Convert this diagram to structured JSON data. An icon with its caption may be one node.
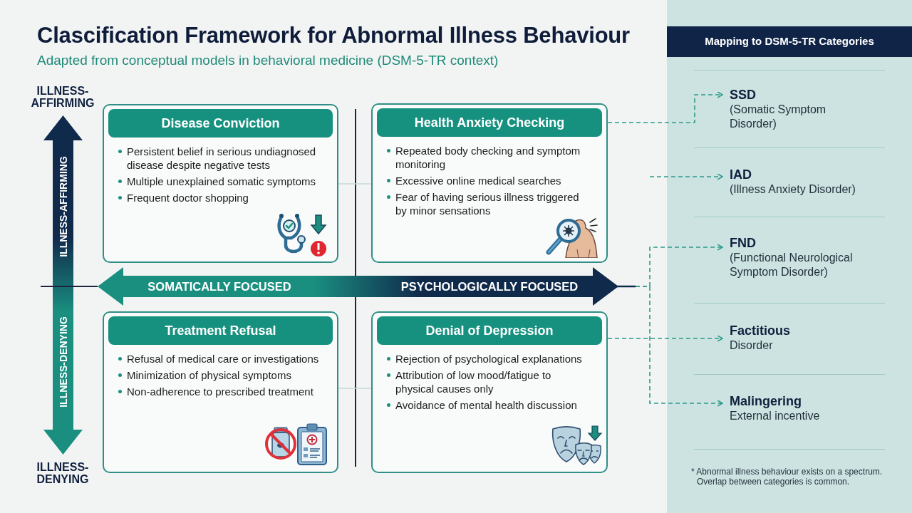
{
  "diagram": {
    "title": "Clascification Framework for Abnormal Illness Behaviour",
    "nodes": [
      {
        "text": [
          "ILLNESS-AFFIRMING",
          "ILLNESS-DENYING"
        ]
      },
      {
        "text": [
          "Disease Conviction",
          "Persistent belief in serious undiagnosed disease despite negative tests",
          "Multiple unexplained somatic symptoms",
          "Frequent doctor shopping"
        ]
      },
      {
        "text": [
          "Health Anxiety Checking",
          "Repeated body checking and symptom monitoring",
          "Excessive online medical searches",
          "Fear of having serious illness triggered by minor sensations"
        ]
      },
      {
        "text": [
          "SOMATICALLY FOCUSED",
          "PSYCHOLOGICALLY FOCUSED"
        ]
      },
      {
        "text": [
          "Treatment Refusal",
          "Refusal of medical care or investigations",
          "Minimization of physical symptoms",
          "Non-adherence to prescribed treatment"
        ]
      },
      {
        "text": [
          "Denial of Depression",
          "Rejection of psychological explanations",
          "Attribution of low mood/fatigue to physical causes only",
          "Avoidance of mental health discussion"
        ]
      },
      {
        "text": [
          "Mapping to DSM-5-TR Categories"
        ]
      },
      {
        "text": [
          "SSD",
          "(Somatic Symptom Disorder)"
        ],
        "in": 6
      },
      {
        "text": [
          "IAD",
          "(Illness Anxiety Disorder)"
        ],
        "in": 6
      },
      {
        "text": [
          "FND",
          "(Functional Neurological Symptom Disorder)"
        ],
        "in": 6
      },
      {
        "text": [
          "Factitious",
          "Disorder"
        ],
        "in": 6
      },
      {
        "text": [
          "Malingering",
          "External incentive"
        ],
        "in": 6
      }
    ],
    "edges": [
      {
        "from": 1,
        "to": 2,
        "arrow": "none",
        "color": "#c6dad8"
      },
      {
        "from": 2,
        "to": 7,
        "arrow": "to",
        "style": "dashed"
      },
      {
        "from": null,
        "to": 8,
        "arrow": "to",
        "style": "dashed"
      },
      {
        "from": 3,
        "to": 9,
        "arrow": "to",
        "style": "dashed"
      },
      {
        "from": 5,
        "to": 10,
        "arrow": "to",
        "style": "dashed"
      },
      {
        "from": 3,
        "to": 11,
        "arrow": "to",
        "style": "dashed"
      },
      {
        "from": 4,
        "to": 5,
        "arrow": "none",
        "color": "#c6dad8"
      }
    ],
    "labels": [
      "Adapted from conceptual models in behavioral medicine (DSM-5-TR context)",
      "ILLNESS-AFFIRMING",
      "ILLNESS-DENYING",
      "* Abnormal illness behaviour exists on a spectrum. Overlap between categories is common."
    ]
  }
}
